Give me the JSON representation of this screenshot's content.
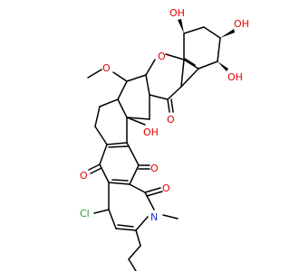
{
  "molecule": {
    "atoms": {
      "oh_top_left": "OH",
      "oh_top_right": "OH",
      "oh_right": "OH",
      "ring_oxygen": "O",
      "ketone_o_upper": "O",
      "methoxy_o": "O",
      "oh_middle": "OH",
      "ketone_o_mid": "O",
      "ketone_o_lower_left": "O",
      "ketone_o_lower_right": "O",
      "nitrogen": "N",
      "chlorine": "Cl"
    },
    "colors": {
      "oxygen": "#e00000",
      "nitrogen": "#2030d0",
      "chlorine": "#2aa02a",
      "bond": "#000000"
    }
  }
}
